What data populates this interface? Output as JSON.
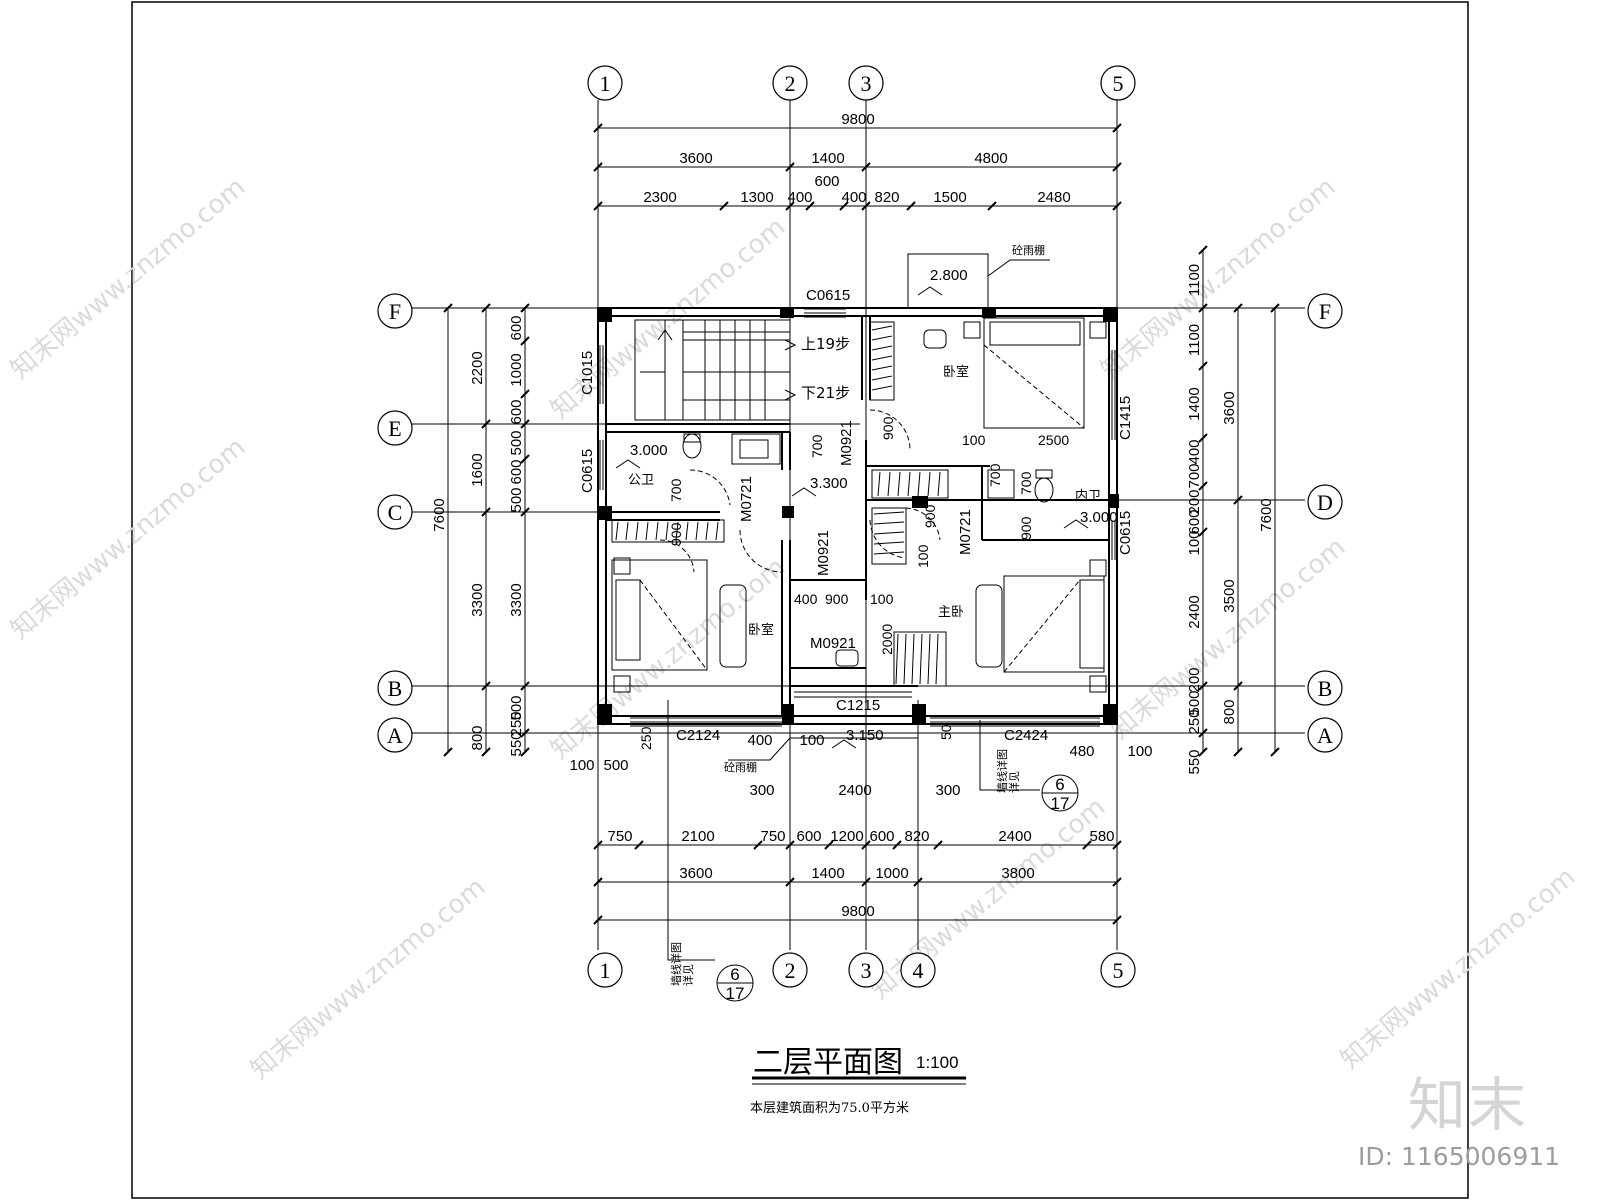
{
  "title": {
    "main": "二层平面图",
    "scale": "1:100",
    "area_note": "本层建筑面积为75.0平方米"
  },
  "watermark": {
    "brand": "知末",
    "image_id": "ID: 1165006911",
    "repeat_text": "知末网www.znzmo.com"
  },
  "axes": {
    "columns": [
      "1",
      "2",
      "3",
      "4",
      "5"
    ],
    "rows": [
      "F",
      "E",
      "D",
      "C",
      "B",
      "A"
    ]
  },
  "dims": {
    "top_total": "9800",
    "top_l2": [
      "3600",
      "1400",
      "4800"
    ],
    "top_l3": [
      "2300",
      "1300",
      "400",
      "600",
      "400",
      "820",
      "1500",
      "2480"
    ],
    "bot_l1": [
      "750",
      "2100",
      "750",
      "600",
      "1200",
      "600",
      "820",
      "2400",
      "580"
    ],
    "bot_l2": [
      "3600",
      "1400",
      "1000",
      "3800"
    ],
    "bot_total": "9800",
    "bot_misc": [
      "300",
      "2400",
      "300",
      "100",
      "500",
      "480",
      "100",
      "400",
      "100"
    ],
    "left_l1": [
      "7600"
    ],
    "left_l2": [
      "2200",
      "1600",
      "3300",
      "800"
    ],
    "left_l3": [
      "600",
      "1000",
      "600",
      "500",
      "600",
      "500",
      "3300",
      "500",
      "250",
      "550"
    ],
    "right_l1": [
      "7600"
    ],
    "right_l2": [
      "3600",
      "3500",
      "800"
    ],
    "right_l3": [
      "1100",
      "1100",
      "1400",
      "400",
      "700",
      "200",
      "600",
      "100",
      "2400",
      "200",
      "500",
      "250",
      "550"
    ],
    "interior": [
      "900",
      "700",
      "700",
      "900",
      "900",
      "400",
      "900",
      "100",
      "2000",
      "100",
      "900",
      "100",
      "2500",
      "700",
      "700",
      "250",
      "50"
    ]
  },
  "rooms": {
    "bedroom_n": "卧室",
    "bedroom_sw": "卧室",
    "master": "主卧",
    "public_wc": "公卫",
    "ensuite_wc": "内卫",
    "stair_up": "上19步",
    "stair_down": "下21步"
  },
  "levels": {
    "canopy_top": "2.800",
    "wc_pub": "3.000",
    "hall": "3.300",
    "wc_in": "3.000",
    "canopy_bot": "3.150"
  },
  "openings": {
    "win_top": "C0615",
    "win_stair": "C1015",
    "win_wc": "C0615",
    "win_east_n": "C1415",
    "win_east_s": "C0615",
    "win_sw": "C2124",
    "win_mid": "C1215",
    "win_se": "C2424",
    "door_hall_n": "M0921",
    "door_wc": "M0721",
    "door_sw": "M0921",
    "door_study": "M0921",
    "door_wc_in": "M0721"
  },
  "notes": {
    "canopy_top": "砼雨棚",
    "canopy_bot": "砼雨棚",
    "detail_a_text": "墙线详图",
    "detail_a_sub": "详见",
    "detail_a_num": "6",
    "detail_a_sheet": "17",
    "detail_b_text": "墙线详图",
    "detail_b_sub": "详见",
    "detail_b_num": "6",
    "detail_b_sheet": "17"
  }
}
